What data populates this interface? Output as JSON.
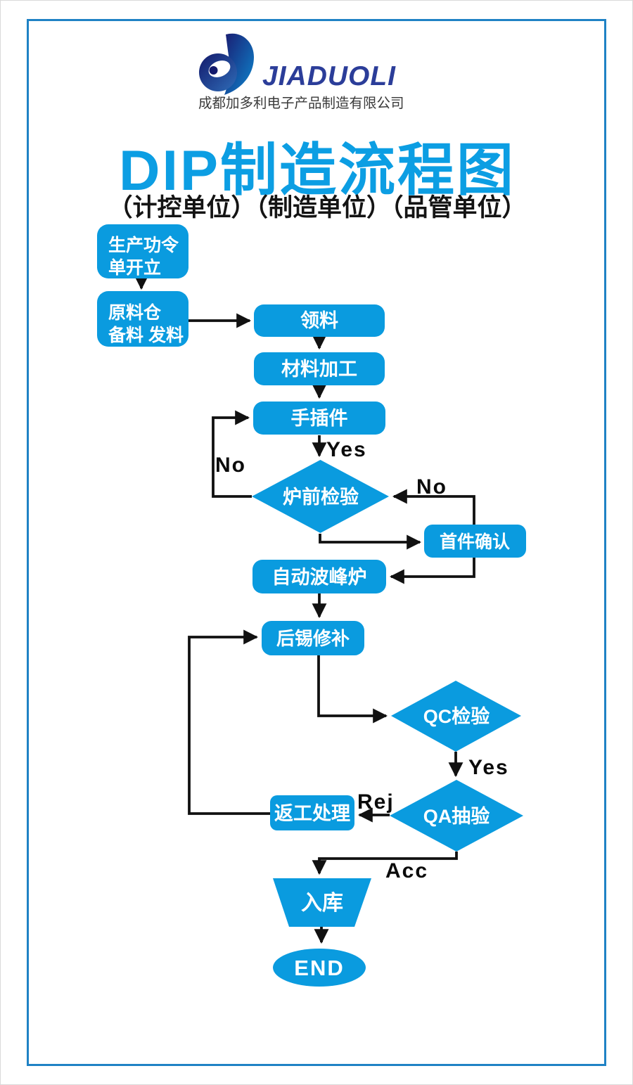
{
  "header": {
    "logo_text": "JIADUOLI",
    "company_name": "成都加多利电子产品制造有限公司",
    "title": "DIP制造流程图",
    "subtitle": "（计控单位）（制造单位）（品管单位）"
  },
  "colors": {
    "node_blue": "#0a9bdf",
    "title_blue": "#0c9ee3",
    "frame_blue": "#1f82c5",
    "logo_navy": "#2b3d99",
    "arrow_black": "#111111"
  },
  "flowchart": {
    "nodes": {
      "production_order": {
        "line1": "生产功令",
        "line2": "单开立"
      },
      "raw_material_warehouse": {
        "line1": "原料仓",
        "line2": "备料 发料"
      },
      "pick_material": "领料",
      "material_processing": "材料加工",
      "hand_insertion": "手插件",
      "pre_oven_inspection": "炉前检验",
      "first_article_confirmation": "首件确认",
      "auto_wave_solder": "自动波峰炉",
      "post_solder_touch_up": "后锡修补",
      "qc_inspection": "QC检验",
      "qa_sampling": "QA抽验",
      "rework_handling": "返工处理",
      "warehousing": "入库",
      "end": "END"
    },
    "edge_labels": {
      "yes_to_pre_oven": "Yes",
      "no_back_to_hand_insertion": "No",
      "no_back_from_first_article": "No",
      "yes_to_qa": "Yes",
      "rej_to_rework": "Rej",
      "acc_to_warehousing": "Acc"
    }
  }
}
